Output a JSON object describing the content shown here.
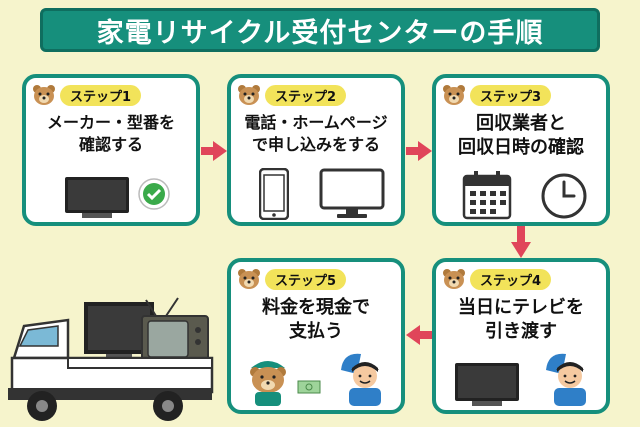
{
  "title": "家電リサイクル受付センターの手順",
  "steps": [
    {
      "label": "ステップ1",
      "line1": "メーカー・型番を",
      "line2": "確認する"
    },
    {
      "label": "ステップ2",
      "line1": "電話・ホームページ",
      "line2": "で申し込みをする"
    },
    {
      "label": "ステップ3",
      "line1": "回収業者と",
      "line2": "回収日時の確認"
    },
    {
      "label": "ステップ4",
      "line1": "当日にテレビを",
      "line2": "引き渡す"
    },
    {
      "label": "ステップ5",
      "line1": "料金を現金で",
      "line2": "支払う"
    }
  ],
  "colors": {
    "accent": "#168f7c",
    "arrow": "#e0455a",
    "badge": "#f2e35a",
    "background": "#f6f4cc"
  },
  "icons": [
    "bear-icon",
    "tv-icon",
    "check-icon",
    "phone-icon",
    "monitor-icon",
    "calendar-icon",
    "clock-icon",
    "truck-icon",
    "worker-icon",
    "money-icon"
  ]
}
